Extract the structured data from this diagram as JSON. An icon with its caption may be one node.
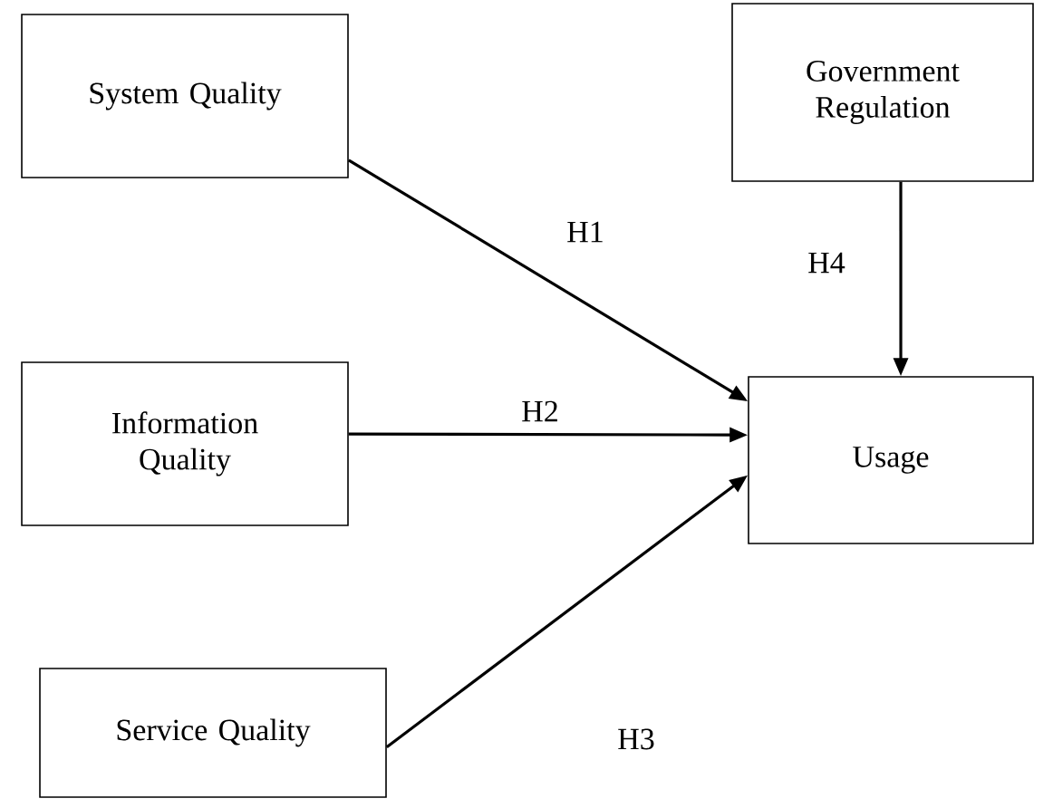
{
  "diagram": {
    "nodes": [
      {
        "text": [
          "System Quality"
        ]
      },
      {
        "text": [
          "Government Regulation"
        ]
      },
      {
        "text": [
          "Information Quality"
        ]
      },
      {
        "text": [
          "Usage"
        ]
      },
      {
        "text": [
          "Service Quality"
        ]
      }
    ],
    "edges": [
      {
        "from": 0,
        "to": 3,
        "arrow": "to",
        "label": "H1"
      },
      {
        "from": 2,
        "to": 3,
        "arrow": "to",
        "label": "H2"
      },
      {
        "from": 4,
        "to": 3,
        "arrow": "to",
        "label": "H3"
      },
      {
        "from": 1,
        "to": 3,
        "arrow": "to",
        "label": "H4"
      }
    ]
  }
}
